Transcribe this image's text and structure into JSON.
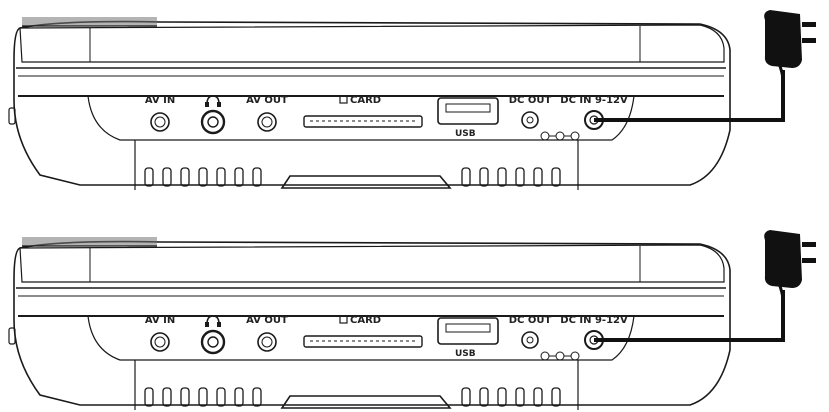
{
  "diagrams": [
    {
      "labels": {
        "av_in": "AV IN",
        "av_out": "AV OUT",
        "card": "CARD",
        "usb": "USB",
        "dc_out": "DC OUT",
        "dc_in": "DC IN 9-12V"
      }
    },
    {
      "labels": {
        "av_in": "AV IN",
        "av_out": "AV OUT",
        "card": "CARD",
        "usb": "USB",
        "dc_out": "DC OUT",
        "dc_in": "DC IN 9-12V"
      }
    }
  ],
  "colors": {
    "line": "#1a1a1a",
    "fill": "#ffffff",
    "adapter": "#111111"
  },
  "icons": [
    "headphones-jack-icon",
    "card-icon",
    "polarity-icon",
    "power-adapter-icon"
  ]
}
